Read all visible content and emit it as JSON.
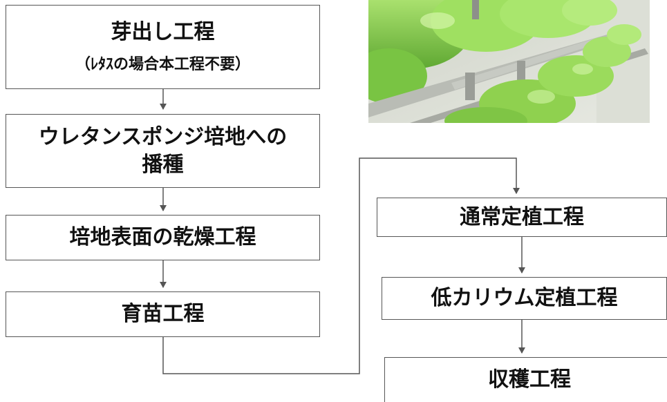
{
  "steps_left": [
    {
      "title": "芽出し工程",
      "note": "（ﾚﾀｽの場合本工程不要）"
    },
    {
      "title_line1": "ウレタンスポンジ培地への",
      "title_line2": "播種"
    },
    {
      "title": "培地表面の乾燥工程"
    },
    {
      "title": "育苗工程"
    }
  ],
  "steps_right": [
    {
      "title": "通常定植工程"
    },
    {
      "title": "低カリウム定植工程"
    },
    {
      "title": "収穫工程"
    }
  ],
  "photo": {
    "icon": "lettuce-hydroponic-photo"
  },
  "colors": {
    "border": "#555555",
    "arrow": "#555555",
    "text": "#111111",
    "leaf": "#8fd14f",
    "rail": "#b9bcb5"
  }
}
